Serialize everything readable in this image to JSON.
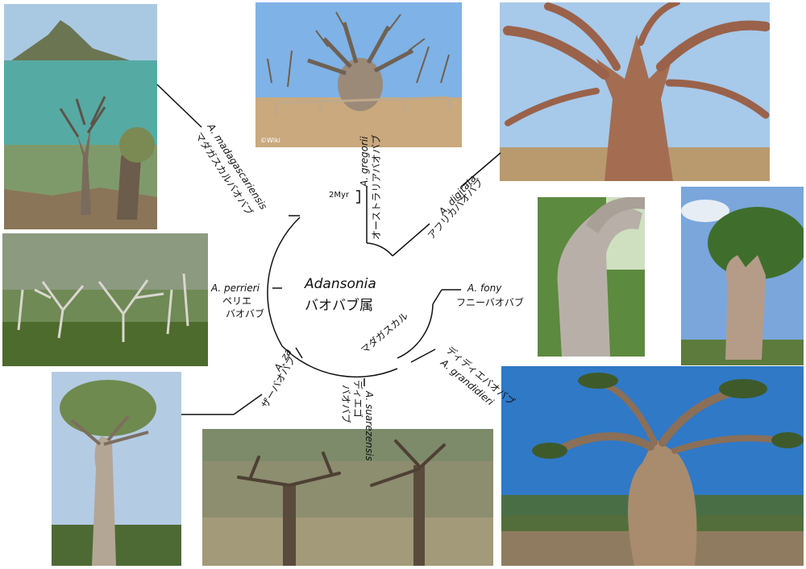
{
  "genus": {
    "scientific": "Adansonia",
    "japanese": "バオバブ属"
  },
  "clade_madagascar": "マダガスカル",
  "scale_bar": "2Myr",
  "photo_credit": "©Wiki",
  "species": [
    {
      "id": "madagascariensis",
      "scientific": "A. madagascariensis",
      "japanese": "マダガスカルバオバブ"
    },
    {
      "id": "gregorii",
      "scientific": "A. gregorii",
      "japanese": "オーストラリアバオバブ"
    },
    {
      "id": "digitata",
      "scientific": "A. digitata",
      "japanese": "アフリカバオバブ"
    },
    {
      "id": "perrieri",
      "scientific": "A. perrieri",
      "japanese_lines": [
        "ペリエ",
        "バオバブ"
      ]
    },
    {
      "id": "fony",
      "scientific": "A. fony",
      "japanese": "フニーバオバブ"
    },
    {
      "id": "za",
      "scientific": "A. za",
      "japanese": "ザーバオバブ"
    },
    {
      "id": "suarezensis",
      "scientific": "A. suarezensis",
      "japanese_lines": [
        "ディエゴ",
        "バオバブ"
      ]
    },
    {
      "id": "grandidieri",
      "scientific": "A. grandidieri",
      "japanese": "ディディエバオバブ"
    }
  ],
  "colors": {
    "sky": "#5a9ad6",
    "sea": "#4fa6a0",
    "bark": "#a9755a",
    "foliage": "#5f7c3a",
    "ground": "#c9b08a",
    "line": "#111111"
  }
}
